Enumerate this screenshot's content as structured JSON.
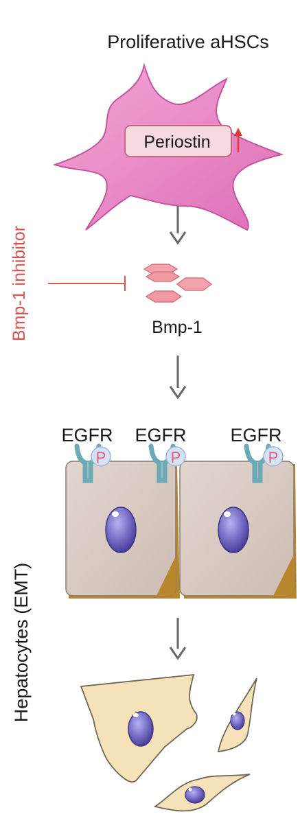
{
  "labels": {
    "top_title": "Proliferative aHSCs",
    "periostin": "Periostin",
    "bmp1": "Bmp-1",
    "inhibitor": "Bmp-1 inhibitor",
    "side_label": "Hepatocytes (EMT)",
    "receptors": [
      "EGFR",
      "EGFR",
      "EGFR"
    ],
    "phospho": [
      "P",
      "P",
      "P"
    ]
  },
  "colors": {
    "hsc_fill": "#e987c4",
    "hsc_stroke": "#c2559c",
    "inhibitor_red": "#d9534f",
    "bmp_fill": "#f2a3ab",
    "arrow_gray": "#666666",
    "hepatocyte_fill": "#d9cbc3",
    "hepatocyte_shadow": "#b8862c",
    "receptor_teal": "#7fb9c4",
    "nucleus": "#7a72c9",
    "mesenchymal_fill": "#f6e2b8"
  }
}
